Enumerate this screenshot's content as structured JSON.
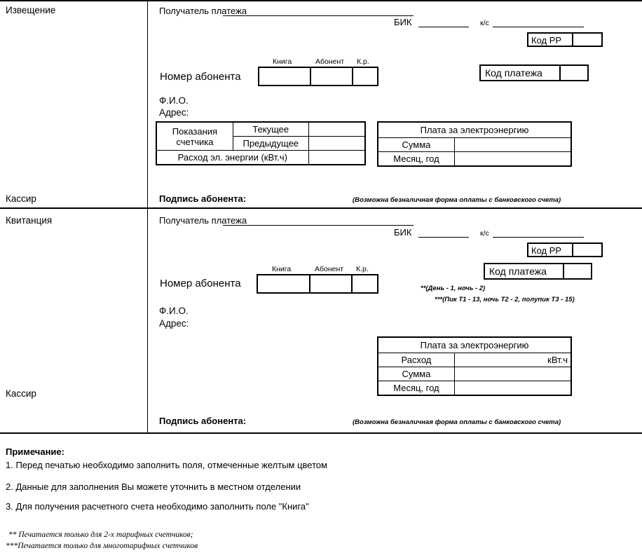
{
  "form": {
    "sections": [
      {
        "id": "izveshchenie",
        "title": "Извещение",
        "cashier": "Кассир",
        "payee_label": "Получатель платежа",
        "bik_label": "БИК",
        "ks_label": "к/с",
        "code_rr_label": "Код РР",
        "code_payment_label": "Код платежа",
        "subscriber_label": "Номер абонента",
        "subscriber_cols": [
          "Книга",
          "Абонент",
          "К.р."
        ],
        "fio_label": "Ф.И.О.",
        "address_label": "Адрес:",
        "meter_table": {
          "row_header": "Показания счетчика",
          "row_header_line1": "Показания",
          "row_header_line2": "счетчика",
          "rows": [
            "Текущее",
            "Предыдущее"
          ],
          "consumption_label": "Расход эл. энергии (кВт.ч)"
        },
        "payment_table": {
          "title": "Плата за электроэнергию",
          "rows": [
            "Сумма",
            "Месяц, год"
          ]
        },
        "signature_label": "Подпись абонента:",
        "signature_note": "(Возможна безналичная форма оплаты с банковского счета)"
      },
      {
        "id": "kvitanciya",
        "title": "Квитанция",
        "cashier": "Кассир",
        "payee_label": "Получатель платежа",
        "bik_label": "БИК",
        "ks_label": "к/с",
        "code_rr_label": "Код РР",
        "code_payment_label": "Код платежа",
        "subscriber_label": "Номер абонента",
        "subscriber_cols": [
          "Книга",
          "Абонент",
          "К.р."
        ],
        "fio_label": "Ф.И.О.",
        "address_label": "Адрес:",
        "tariff_note_2": "**(День - 1, ночь - 2)",
        "tariff_note_3": "***(Пик Т1 - 13, ночь Т2 - 2, полупик Т3 - 15)",
        "payment_table": {
          "title": "Плата за электроэнергию",
          "rows": [
            "Расход",
            "Сумма",
            "Месяц, год"
          ],
          "unit": "кВт.ч"
        },
        "signature_label": "Подпись абонента:",
        "signature_note": "(Возможна безналичная форма оплаты с банковского счета)"
      }
    ]
  },
  "footer": {
    "heading": "Примечание:",
    "items": [
      "1. Перед печатью необходимо заполнить поля, отмеченные желтым цветом",
      "2. Данные для заполнения Вы можете уточнить в местном отделении",
      "3. Для получения расчетного счета необходимо заполнить поле \"Книга\""
    ],
    "footnotes": [
      "** Печатается только для 2-х тарифных счетчиков;",
      "***Печатается только для многотарифных счетчиков"
    ]
  },
  "colors": {
    "ink": "#000000",
    "paper": "#ffffff"
  }
}
